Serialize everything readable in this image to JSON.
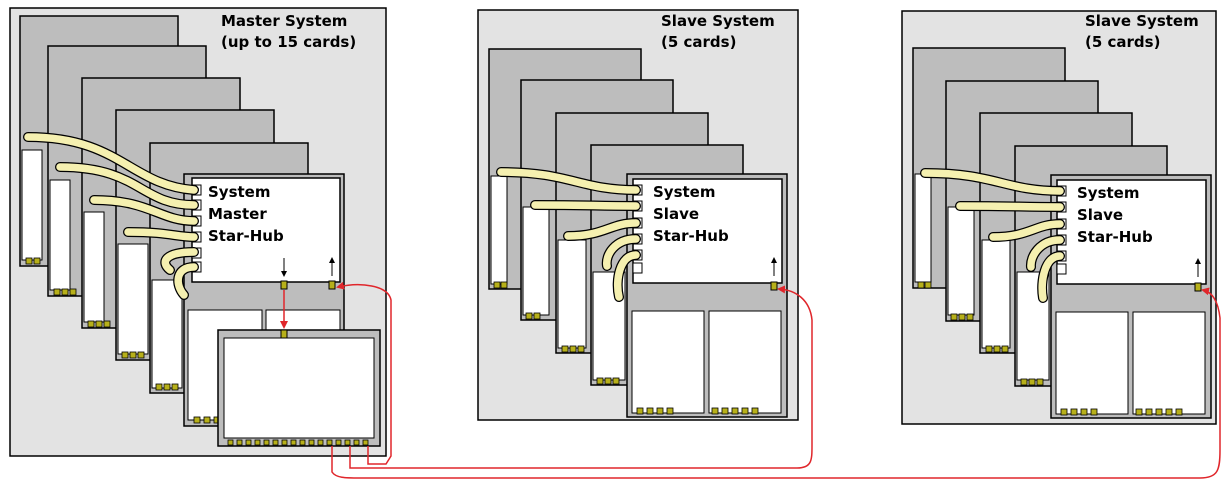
{
  "colors": {
    "background": "#ffffff",
    "enclosure": "#e3e3e3",
    "card_back": "#bdbdbd",
    "card_front": "#ffffff",
    "connector": "#b7b01a",
    "cable": "#f5f0b0",
    "sync_line": "#e0262b"
  },
  "systems": [
    {
      "title_line1": "Master System",
      "title_line2": "(up to 15 cards)",
      "hub_line1": "System",
      "hub_line2": "Master",
      "hub_line3": "Star-Hub"
    },
    {
      "title_line1": "Slave System",
      "title_line2": "(5 cards)",
      "hub_line1": "System",
      "hub_line2": "Slave",
      "hub_line3": "Star-Hub"
    },
    {
      "title_line1": "Slave System",
      "title_line2": "(5 cards)",
      "hub_line1": "System",
      "hub_line2": "Slave",
      "hub_line3": "Star-Hub"
    }
  ]
}
